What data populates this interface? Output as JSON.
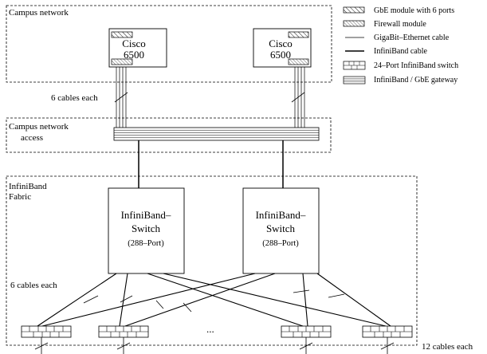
{
  "regions": {
    "campus": "Campus network",
    "access_line1": "Campus network",
    "access_line2": "access",
    "fabric_line1": "InfiniBand",
    "fabric_line2": "Fabric"
  },
  "routers": [
    {
      "line1": "Cisco",
      "line2": "6500"
    },
    {
      "line1": "Cisco",
      "line2": "6500"
    }
  ],
  "core_switches": [
    {
      "line1": "InfiniBand–",
      "line2": "Switch",
      "line3": "(288–Port)"
    },
    {
      "line1": "InfiniBand–",
      "line2": "Switch",
      "line3": "(288–Port)"
    }
  ],
  "annotations": {
    "cables_top": "6 cables each",
    "cables_middle": "6 cables each",
    "cables_bottom": "12 cables each",
    "ellipsis": "..."
  },
  "legend": [
    {
      "icon": "gbe-module-icon",
      "label": "GbE module with 6 ports"
    },
    {
      "icon": "firewall-module-icon",
      "label": "Firewall module"
    },
    {
      "icon": "gigabit-cable-icon",
      "label": "GigaBit–Ethernet cable"
    },
    {
      "icon": "infiniband-cable-icon",
      "label": "InfiniBand cable"
    },
    {
      "icon": "port-switch-icon",
      "label": "24–Port InfiniBand switch"
    },
    {
      "icon": "gateway-icon",
      "label": "InfiniBand / GbE gateway"
    }
  ],
  "colors": {
    "line": "#000000",
    "background": "#ffffff"
  }
}
